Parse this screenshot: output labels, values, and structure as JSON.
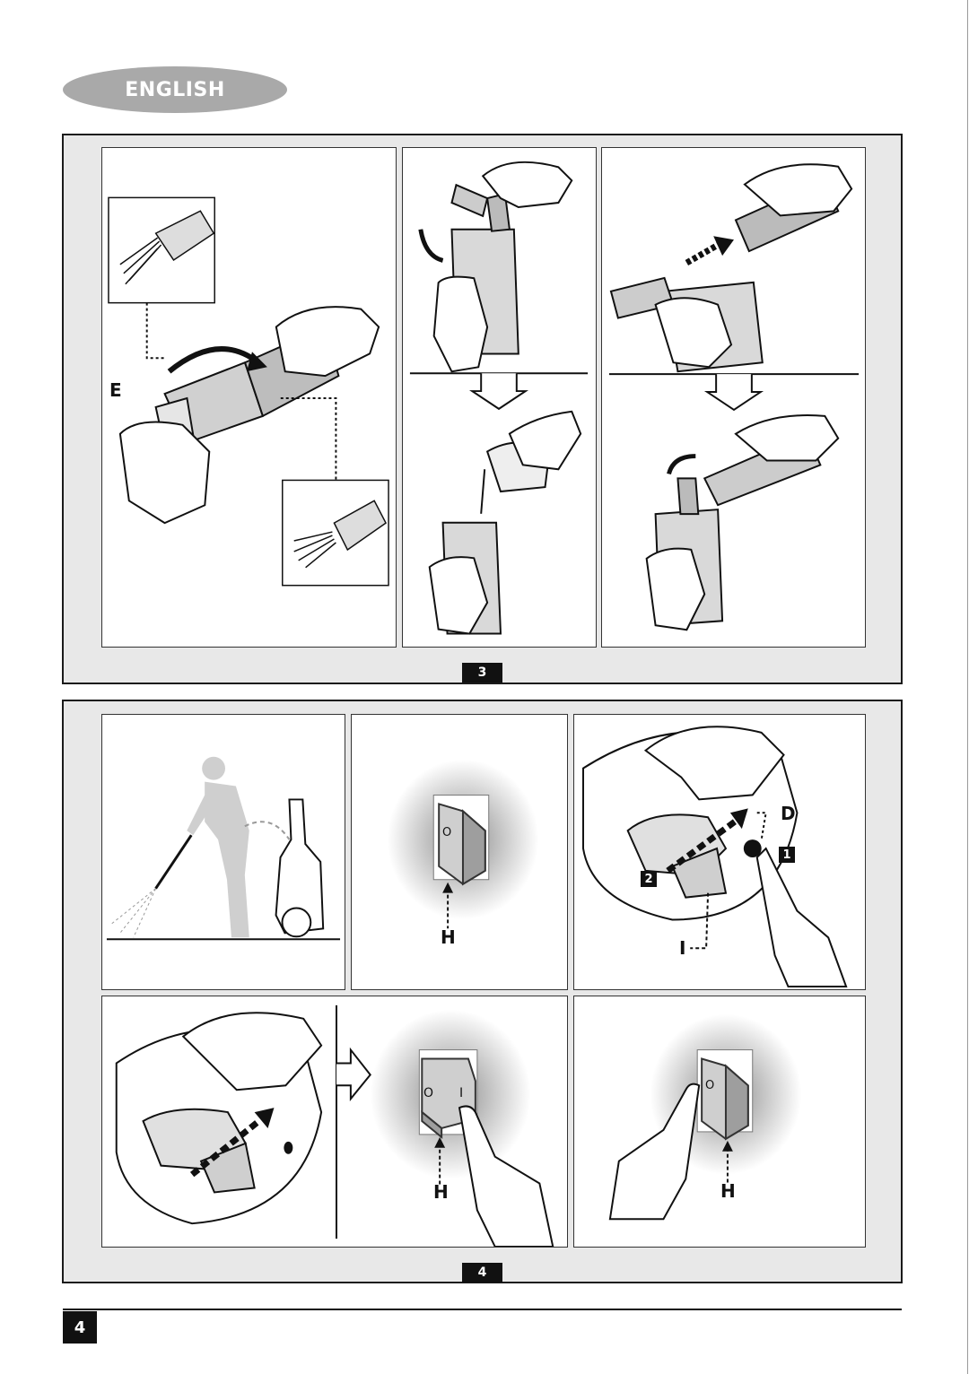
{
  "header": {
    "language": "ENGLISH"
  },
  "figures": [
    {
      "number": "3"
    },
    {
      "number": "4"
    }
  ],
  "labels": {
    "e": "E",
    "h": "H",
    "d": "D",
    "i": "I",
    "step1": "1",
    "step2": "2"
  },
  "switch_marks": {
    "off": "O",
    "on": "I"
  },
  "footer": {
    "page_number": "4"
  }
}
